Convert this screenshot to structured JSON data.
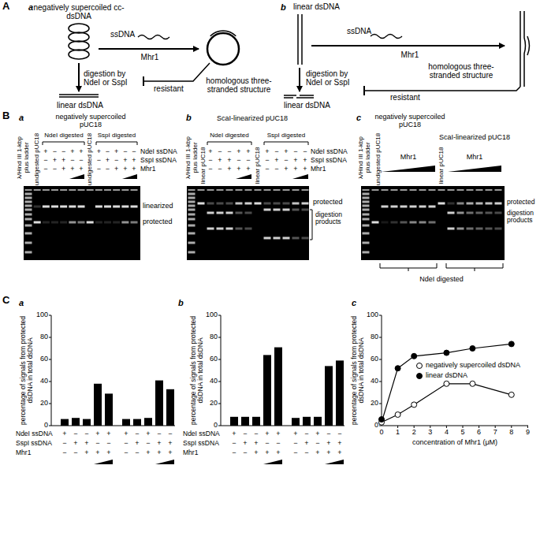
{
  "diagram": {
    "labels": [
      "A",
      "a",
      "negatively supercoiled cc-dsDNA",
      "ssDNA",
      "Mhr1",
      "homologous three-stranded structure",
      "digestion by NdeI or SspI",
      "resistant",
      "linear dsDNA",
      "b",
      "linear dsDNA",
      "ssDNA",
      "Mhr1",
      "homologous three-stranded structure",
      "digestion by NdeI or SspI",
      "resistant",
      "linear dsDNA",
      "B",
      "a",
      "negatively supercoiled pUC18",
      "NdeI digested",
      "SspI digested",
      "+",
      "−",
      "−",
      "+",
      "+",
      "+",
      "−",
      "+",
      "−",
      "−",
      "NdeI ssDNA",
      "−",
      "+",
      "+",
      "−",
      "−",
      "−",
      "+",
      "−",
      "+",
      "+",
      "SspI ssDNA",
      "−",
      "−",
      "+",
      "+",
      "+",
      "−",
      "−",
      "+",
      "+",
      "+",
      "Mhr1",
      "λ/Hind III 1-kbp plus ladder",
      "undigested pUC18",
      "undigested pUC18",
      "linearized",
      "protected",
      "b",
      "ScaI-linearized pUC18",
      "NdeI digested",
      "SspI digested",
      "+",
      "−",
      "−",
      "+",
      "+",
      "+",
      "−",
      "+",
      "−",
      "−",
      "NdeI ssDNA",
      "−",
      "+",
      "+",
      "−",
      "−",
      "−",
      "+",
      "−",
      "+",
      "+",
      "SspI ssDNA",
      "−",
      "−",
      "+",
      "+",
      "+",
      "−",
      "−",
      "+",
      "+",
      "+",
      "Mhr1",
      "λ/Hind III 1-kbp plus ladder",
      "linear pUC18",
      "linear pUC18",
      "protected",
      "digestion products",
      "c",
      "negatively supercoiled pUC18",
      "ScaI-linearized pUC18",
      "λ/Hind III 1-kbp plus ladder",
      "undigested pUC18",
      "Mhr1",
      "linear pUC18",
      "Mhr1",
      "protected",
      "digestion products",
      "NdeI digested",
      "C",
      "a",
      "percentage of signals from protected dsDNA in total dsDNA",
      "0",
      "20",
      "40",
      "60",
      "80",
      "100",
      "NdeI ssDNA",
      "+",
      "−",
      "−",
      "+",
      "+",
      "+",
      "−",
      "+",
      "−",
      "−",
      "SspI ssDNA",
      "−",
      "+",
      "+",
      "−",
      "−",
      "−",
      "+",
      "−",
      "+",
      "+",
      "Mhr1",
      "−",
      "−",
      "+",
      "+",
      "+",
      "−",
      "−",
      "+",
      "+",
      "+",
      "b",
      "percentage of signals from protected dsDNA in total dsDNA",
      "0",
      "20",
      "40",
      "60",
      "80",
      "100",
      "NdeI ssDNA",
      "+",
      "−",
      "−",
      "+",
      "+",
      "+",
      "−",
      "+",
      "−",
      "−",
      "SspI ssDNA",
      "−",
      "+",
      "+",
      "−",
      "−",
      "−",
      "+",
      "−",
      "+",
      "+",
      "Mhr1",
      "−",
      "−",
      "+",
      "+",
      "+",
      "−",
      "−",
      "+",
      "+",
      "+",
      "c",
      "percentage of signals from protected dsDNA in total dsDNA",
      "0",
      "20",
      "40",
      "60",
      "80",
      "100",
      "0",
      "1",
      "2",
      "3",
      "4",
      "5",
      "6",
      "7",
      "8",
      "9",
      "concentration of Mhr1 (μM)"
    ],
    "legend": [
      {
        "text": "negatively supercoiled dsDNA"
      },
      {
        "text": "linear dsDNA"
      }
    ]
  }
}
